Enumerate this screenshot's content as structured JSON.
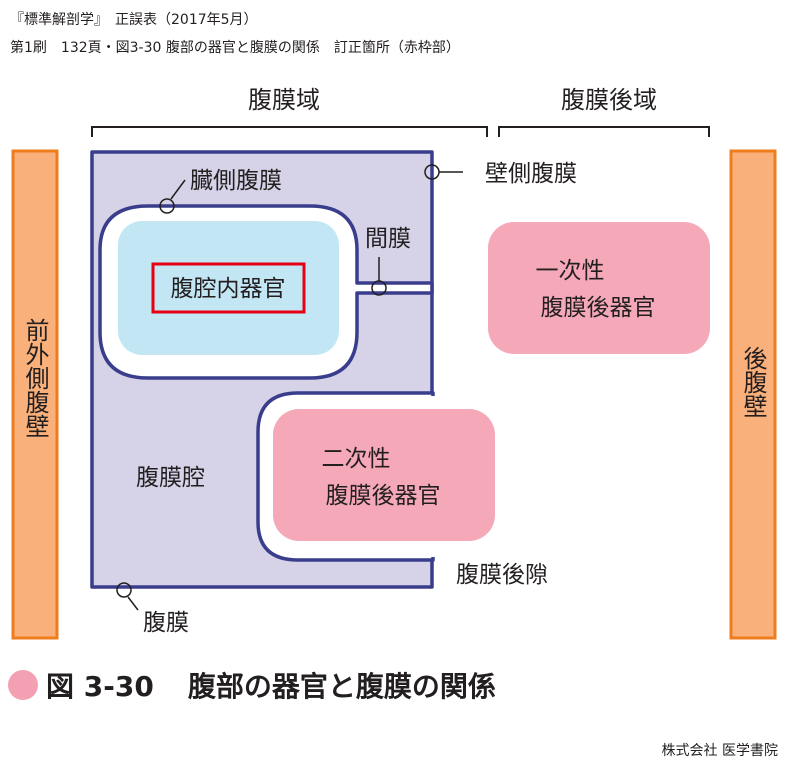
{
  "header": {
    "line1": "『標準解剖学』　正誤表（2017年5月）",
    "line2": "第1刷　132頁・図3-30 腹部の器官と腹膜の関係　訂正箇所（赤枠部）"
  },
  "diagram": {
    "region_peritoneal": "腹膜域",
    "region_retroperitoneal": "腹膜後域",
    "anterior_wall": "前外側腹壁",
    "posterior_wall": "後腹壁",
    "visceral_peritoneum": "臓側腹膜",
    "parietal_peritoneum": "壁側腹膜",
    "mesentery": "間膜",
    "intraperitoneal_organ": "腹腔内器官",
    "primary_retro_line1": "一次性",
    "primary_retro_line2": "腹膜後器官",
    "secondary_retro_line1": "二次性",
    "secondary_retro_line2": "腹膜後器官",
    "peritoneal_cavity": "腹膜腔",
    "retroperitoneal_space": "腹膜後隙",
    "peritoneum": "腹膜"
  },
  "figure": {
    "number": "図 3-30",
    "title": "腹部の器官と腹膜の関係"
  },
  "publisher": "株式会社 医学書院",
  "colors": {
    "wall_orange": "#f9b07a",
    "wall_stroke": "#ef7d1e",
    "cavity_lavender": "#d6d3e8",
    "membrane_navy": "#3a3d8c",
    "organ_light_blue": "#c3e6f5",
    "organ_pink": "#f5a8b8",
    "highlight_red": "#e60012",
    "bullet_pink": "#f2a0b2"
  }
}
